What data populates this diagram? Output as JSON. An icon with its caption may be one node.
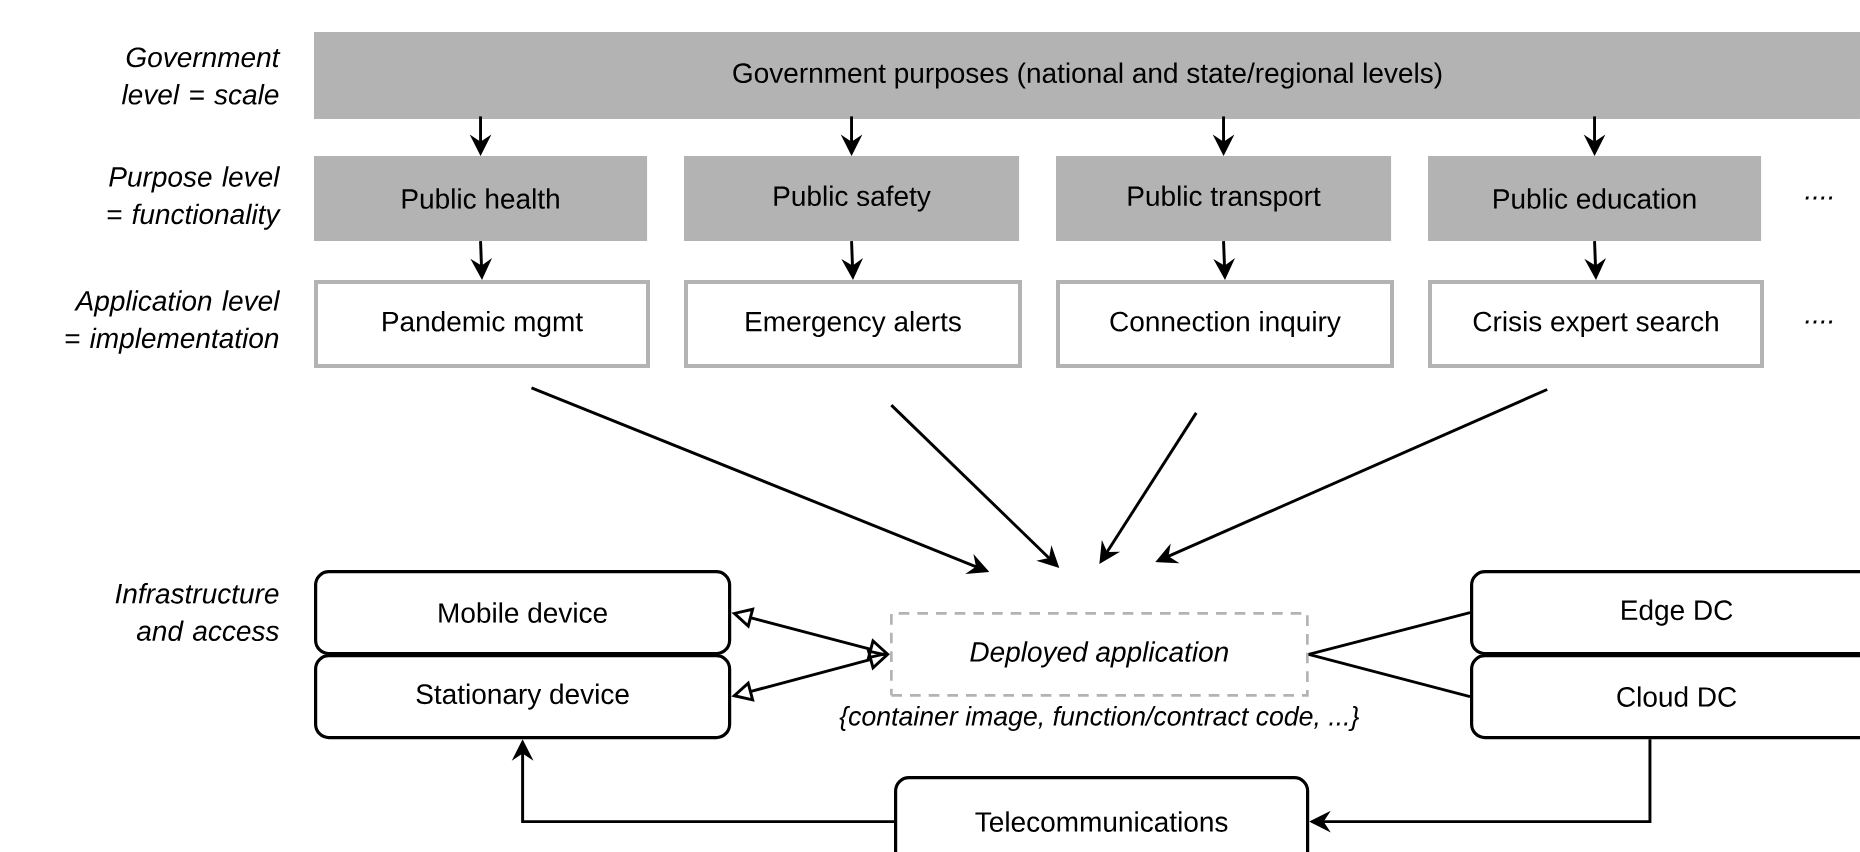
{
  "diagram": {
    "nodes": [
      {
        "text": [
          "Government purposes (national and state/regional levels)"
        ]
      },
      {
        "text": [
          "Public health"
        ]
      },
      {
        "text": [
          "Public safety"
        ]
      },
      {
        "text": [
          "Public transport"
        ]
      },
      {
        "text": [
          "Public education"
        ]
      },
      {
        "text": [
          "Pandemic mgmt"
        ]
      },
      {
        "text": [
          "Emergency alerts"
        ]
      },
      {
        "text": [
          "Connection inquiry"
        ]
      },
      {
        "text": [
          "Crisis expert search"
        ]
      },
      {
        "text": [
          "Mobile device"
        ]
      },
      {
        "text": [
          "Stationary device"
        ]
      },
      {
        "text": [
          "Deployed application"
        ],
        "beside": [
          "{container image, function/contract code, ...}"
        ]
      },
      {
        "text": [
          "Edge DC"
        ]
      },
      {
        "text": [
          "Cloud DC"
        ]
      },
      {
        "text": [
          "Telecommunications"
        ]
      }
    ],
    "edges": [
      {
        "from": 0,
        "to": 1,
        "arrow": "to"
      },
      {
        "from": 0,
        "to": 2,
        "arrow": "to"
      },
      {
        "from": 0,
        "to": 3,
        "arrow": "to"
      },
      {
        "from": 0,
        "to": 4,
        "arrow": "to"
      },
      {
        "from": 1,
        "to": 5,
        "arrow": "to"
      },
      {
        "from": 2,
        "to": 6,
        "arrow": "to"
      },
      {
        "from": 3,
        "to": 7,
        "arrow": "to"
      },
      {
        "from": 4,
        "to": 8,
        "arrow": "to"
      },
      {
        "from": 5,
        "to": 11,
        "arrow": "to"
      },
      {
        "from": 6,
        "to": 11,
        "arrow": "to"
      },
      {
        "from": 7,
        "to": 11,
        "arrow": "to"
      },
      {
        "from": 8,
        "to": 11,
        "arrow": "to"
      },
      {
        "from": 9,
        "to": 11,
        "arrow": "both"
      },
      {
        "from": 10,
        "to": 11,
        "arrow": "both"
      },
      {
        "from": 11,
        "to": 12,
        "arrow": "none"
      },
      {
        "from": 11,
        "to": 13,
        "arrow": "none"
      },
      {
        "from": 13,
        "to": 14,
        "arrow": "to"
      },
      {
        "from": 14,
        "to": 10,
        "arrow": "to"
      }
    ],
    "labels": [
      "Government level = scale",
      "Purpose level = functionality",
      "....",
      "Application level = implementation",
      "....",
      "Infrastructure and access"
    ]
  }
}
